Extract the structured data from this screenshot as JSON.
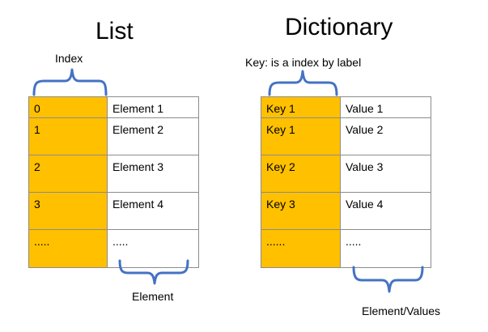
{
  "colors": {
    "key_column": "#FFC000",
    "brace": "#4472C4",
    "border": "#8c8c8c"
  },
  "list": {
    "title": "List",
    "index_label": "Index",
    "element_label": "Element",
    "rows": [
      {
        "left": "0",
        "right": "Element  1"
      },
      {
        "left": "1",
        "right": "Element  2"
      },
      {
        "left": "2",
        "right": "Element  3"
      },
      {
        "left": "3",
        "right": "Element  4"
      },
      {
        "left": ".....",
        "right": "....."
      }
    ]
  },
  "dictionary": {
    "title": "Dictionary",
    "key_label": "Key: is a index by label",
    "values_label": "Element/Values",
    "rows": [
      {
        "left": "Key 1",
        "right": "Value  1"
      },
      {
        "left": "Key 1",
        "right": "Value  2"
      },
      {
        "left": "Key 2",
        "right": "Value 3"
      },
      {
        "left": "Key 3",
        "right": "Value  4"
      },
      {
        "left": "......",
        "right": "....."
      }
    ]
  }
}
